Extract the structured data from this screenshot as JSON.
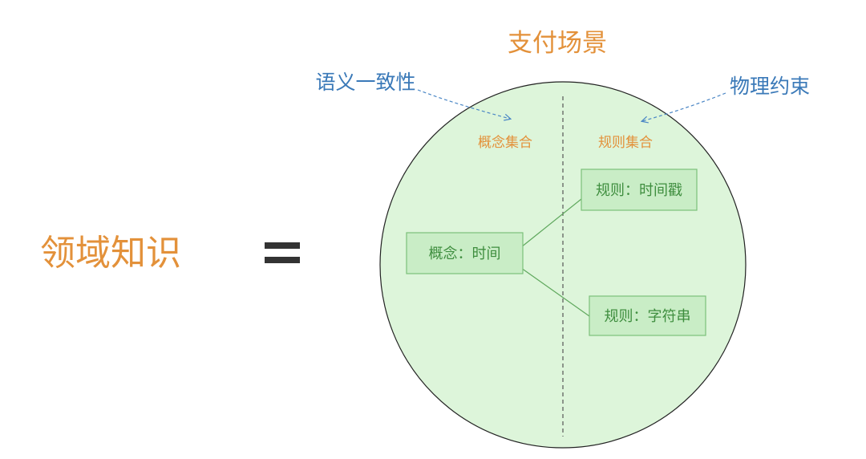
{
  "left_term": "领域知识",
  "equals_sign": "=",
  "scene_title": "支付场景",
  "callouts": {
    "left": "语义一致性",
    "right": "物理约束"
  },
  "sets": {
    "left": "概念集合",
    "right": "规则集合"
  },
  "nodes": {
    "concept": "概念：时间",
    "rule_timestamp": "规则：时间戳",
    "rule_string": "规则：字符串"
  },
  "colors": {
    "orange": "#E3913A",
    "blue": "#3A79B8",
    "circle_fill": "#DDF5DA",
    "node_fill": "#C9EDC6",
    "node_text": "#3F8E3F"
  }
}
